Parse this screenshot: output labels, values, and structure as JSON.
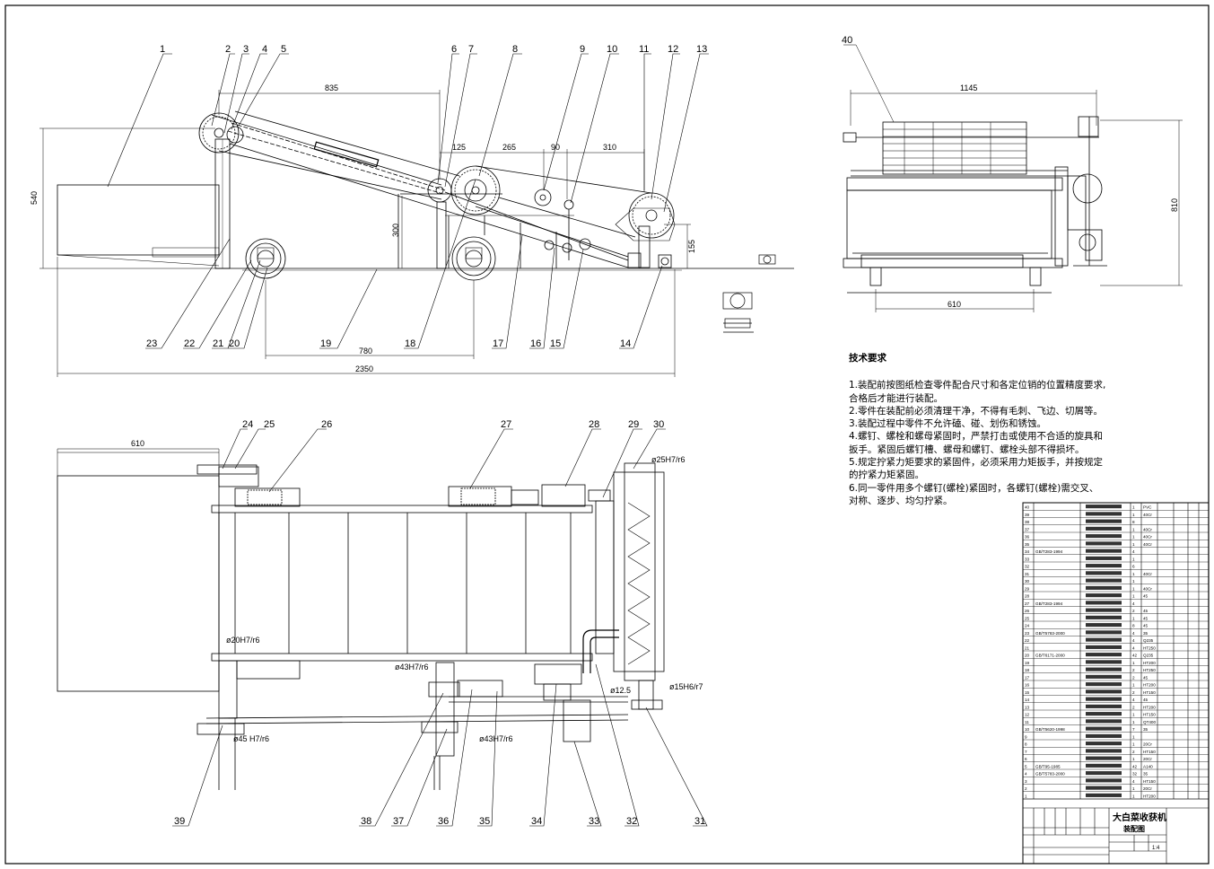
{
  "balloons_main": [
    {
      "n": "1"
    },
    {
      "n": "2"
    },
    {
      "n": "3"
    },
    {
      "n": "4"
    },
    {
      "n": "5"
    },
    {
      "n": "6"
    },
    {
      "n": "7"
    },
    {
      "n": "8"
    },
    {
      "n": "9"
    },
    {
      "n": "10"
    },
    {
      "n": "11"
    },
    {
      "n": "12"
    },
    {
      "n": "13"
    }
  ],
  "balloons_main_bottom": [
    "23",
    "22",
    "21",
    "20",
    "19",
    "18",
    "17",
    "16",
    "15",
    "14"
  ],
  "balloons_plan_top": [
    "24",
    "25",
    "26",
    "27",
    "28",
    "29",
    "30"
  ],
  "balloons_plan_bottom": [
    "39",
    "38",
    "37",
    "36",
    "35",
    "34",
    "33",
    "32",
    "31"
  ],
  "balloon_side": "40",
  "dimensions": {
    "d835": "835",
    "d540": "540",
    "d125": "125",
    "d265": "265",
    "d90": "90",
    "d310": "310",
    "d300": "300",
    "d155": "155",
    "d780": "780",
    "d2350": "2350",
    "d1145": "1145",
    "d810": "810",
    "d610a": "610",
    "d610b": "610"
  },
  "fits": {
    "f1": "ø25H7/r6",
    "f2": "ø20H7/r6",
    "f3": "ø43H7/r6",
    "f4": "ø12.5",
    "f5": "ø15H6/r7",
    "f6": "ø43H7/r6",
    "f7": "ø45 H7/r6"
  },
  "tech": {
    "title": "技术要求",
    "lines": [
      "1.装配前按图纸检查零件配合尺寸和各定位销的位置精度要求,",
      "合格后才能进行装配。",
      "2.零件在装配前必须清理干净，不得有毛刺、飞边、切屑等。",
      "3.装配过程中零件不允许磕、碰、划伤和锈蚀。",
      "4.螺钉、螺栓和螺母紧固时，严禁打击或使用不合适的旋具和",
      "扳手。紧固后螺钉槽、螺母和螺钉、螺栓头部不得损坏。",
      "5.规定拧紧力矩要求的紧固件，必须采用力矩扳手，并按规定",
      "的拧紧力矩紧固。",
      "6.同一零件用多个螺钉(螺栓)紧固时，各螺钉(螺栓)需交叉、",
      "对称、逐步、均匀拧紧。"
    ]
  },
  "bom": {
    "rows": [
      {
        "no": "40",
        "code": "",
        "qty": "1",
        "mat": "PVC"
      },
      {
        "no": "39",
        "code": "",
        "qty": "1",
        "mat": "40Cr"
      },
      {
        "no": "38",
        "code": "",
        "qty": "8",
        "mat": ""
      },
      {
        "no": "37",
        "code": "",
        "qty": "1",
        "mat": "40Cr"
      },
      {
        "no": "36",
        "code": "",
        "qty": "1",
        "mat": "40Cr"
      },
      {
        "no": "35",
        "code": "",
        "qty": "1",
        "mat": "40Cr"
      },
      {
        "no": "34",
        "code": "GB/T283-1994",
        "qty": "4",
        "mat": ""
      },
      {
        "no": "33",
        "code": "",
        "qty": "1",
        "mat": ""
      },
      {
        "no": "32",
        "code": "",
        "qty": "6",
        "mat": ""
      },
      {
        "no": "31",
        "code": "",
        "qty": "1",
        "mat": "40Cr"
      },
      {
        "no": "30",
        "code": "",
        "qty": "1",
        "mat": ""
      },
      {
        "no": "29",
        "code": "",
        "qty": "1",
        "mat": "40Cr"
      },
      {
        "no": "28",
        "code": "",
        "qty": "1",
        "mat": "45"
      },
      {
        "no": "27",
        "code": "GB/T283-1994",
        "qty": "4",
        "mat": ""
      },
      {
        "no": "26",
        "code": "",
        "qty": "2",
        "mat": "45"
      },
      {
        "no": "25",
        "code": "",
        "qty": "1",
        "mat": "45"
      },
      {
        "no": "24",
        "code": "",
        "qty": "8",
        "mat": "45"
      },
      {
        "no": "23",
        "code": "GB/T5783-2000",
        "qty": "4",
        "mat": "35"
      },
      {
        "no": "22",
        "code": "",
        "qty": "4",
        "mat": "Q235"
      },
      {
        "no": "21",
        "code": "",
        "qty": "4",
        "mat": "HT250"
      },
      {
        "no": "20",
        "code": "GB/T6171-2000",
        "qty": "42",
        "mat": "Q235"
      },
      {
        "no": "19",
        "code": "",
        "qty": "1",
        "mat": "HT200"
      },
      {
        "no": "18",
        "code": "",
        "qty": "2",
        "mat": "HT250"
      },
      {
        "no": "17",
        "code": "",
        "qty": "2",
        "mat": "45"
      },
      {
        "no": "16",
        "code": "",
        "qty": "1",
        "mat": "HT200"
      },
      {
        "no": "15",
        "code": "",
        "qty": "2",
        "mat": "HT150"
      },
      {
        "no": "14",
        "code": "",
        "qty": "4",
        "mat": "45"
      },
      {
        "no": "13",
        "code": "",
        "qty": "2",
        "mat": "HT200"
      },
      {
        "no": "12",
        "code": "",
        "qty": "1",
        "mat": "HT150"
      },
      {
        "no": "11",
        "code": "",
        "qty": "1",
        "mat": "QT400"
      },
      {
        "no": "10",
        "code": "GB/T5620-1998",
        "qty": "7",
        "mat": "35"
      },
      {
        "no": "9",
        "code": "",
        "qty": "1",
        "mat": ""
      },
      {
        "no": "8",
        "code": "",
        "qty": "1",
        "mat": "20Cr"
      },
      {
        "no": "7",
        "code": "",
        "qty": "2",
        "mat": "HT150"
      },
      {
        "no": "6",
        "code": "",
        "qty": "1",
        "mat": "20Cr"
      },
      {
        "no": "5",
        "code": "GB/T95-1985",
        "qty": "42",
        "mat": "A140"
      },
      {
        "no": "4",
        "code": "GB/T5783-2000",
        "qty": "32",
        "mat": "35"
      },
      {
        "no": "3",
        "code": "",
        "qty": "4",
        "mat": "HT150"
      },
      {
        "no": "2",
        "code": "",
        "qty": "1",
        "mat": "20Cr"
      },
      {
        "no": "1",
        "code": "",
        "qty": "1",
        "mat": "HT200"
      }
    ],
    "title": "大白菜收获机",
    "subtitle": "装配图",
    "scale": "1:4"
  }
}
